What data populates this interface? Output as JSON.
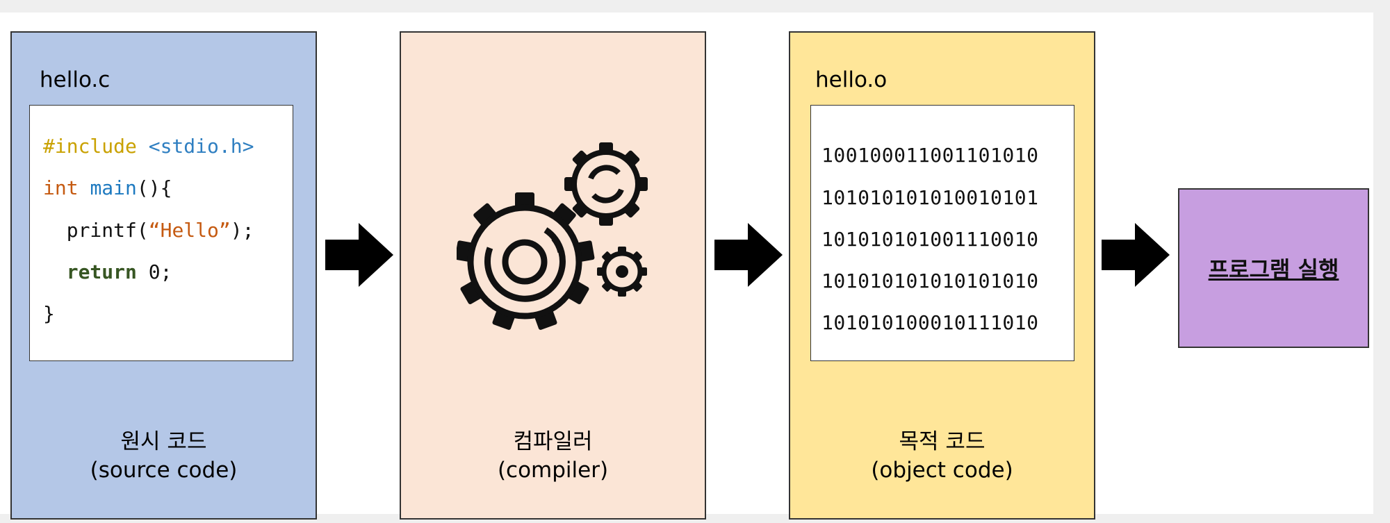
{
  "source_panel": {
    "title": "hello.c",
    "code": {
      "line1": {
        "directive": "#include",
        "header": "<stdio.h>"
      },
      "line2": {
        "type": "int",
        "func": "main",
        "rest": "(){"
      },
      "line3": {
        "indent": "  ",
        "call": "printf(",
        "string": "“Hello”",
        "end": ");"
      },
      "line4": {
        "indent": "  ",
        "keyword": "return",
        "rest": " 0;"
      },
      "line5": {
        "text": "}"
      }
    },
    "caption_ko": "원시 코드",
    "caption_en": "(source code)",
    "color": "#b4c7e7"
  },
  "compiler_panel": {
    "icon": "gears-icon",
    "caption_ko": "컴파일러",
    "caption_en": "(compiler)",
    "color": "#fbe5d6"
  },
  "object_panel": {
    "title": "hello.o",
    "binary_lines": [
      "100100011001101010",
      "101010101010010101",
      "101010101001110010",
      "101010101010101010",
      "101010100010111010"
    ],
    "caption_ko": "목적 코드",
    "caption_en": "(object code)",
    "color": "#ffe699"
  },
  "result": {
    "label": "프로그램 실행",
    "color": "#c79ee0"
  },
  "arrows": [
    "arrow-right-icon",
    "arrow-right-icon",
    "arrow-right-icon"
  ]
}
